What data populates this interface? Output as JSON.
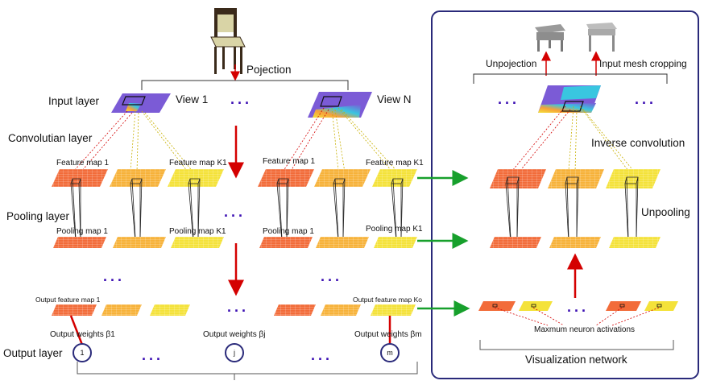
{
  "labels": {
    "projection": "Pojection",
    "input_layer": "Input layer",
    "conv_layer": "Convolutian layer",
    "pooling_layer": "Pooling layer",
    "output_layer": "Output layer",
    "view_1": "View 1",
    "view_n": "View N",
    "feature_map_1_a": "Feature map 1",
    "feature_map_k1_a": "Feature map K1",
    "feature_map_1_b": "Feature map 1",
    "feature_map_k1_b": "Feature map K1",
    "pooling_map_1_a": "Pooling map 1",
    "pooling_map_k1_a": "Pooling map K1",
    "pooling_map_1_b": "Pooling map 1",
    "pooling_map_k1_b": "Pooling map K1",
    "output_feature_map_1": "Output feature map 1",
    "output_feature_map_ko": "Output feature map Ko",
    "output_weights_1": "Output weights  β1",
    "output_weights_j": "Output weights  βj",
    "output_weights_m": "Output weights  βm",
    "node_1": "1",
    "node_j": "j",
    "node_m": "m",
    "unprojection": "Unpojection",
    "input_mesh_cropping": "Input mesh cropping",
    "inverse_convolution": "Inverse convolution",
    "unpooling": "Unpooling",
    "max_activations": "Maxmum neuron activations",
    "visualization_network": "Visualization network",
    "ellipsis": "..."
  },
  "colors": {
    "frame": "#2a2a7a",
    "dots": "#3b0fb3",
    "arrow_red": "#d40000",
    "arrow_green": "#17a02c",
    "map_red": "#f26c3a",
    "map_orange": "#f7b23a",
    "map_yellow": "#f4e23a",
    "input_purple": "#7b5bd6"
  }
}
